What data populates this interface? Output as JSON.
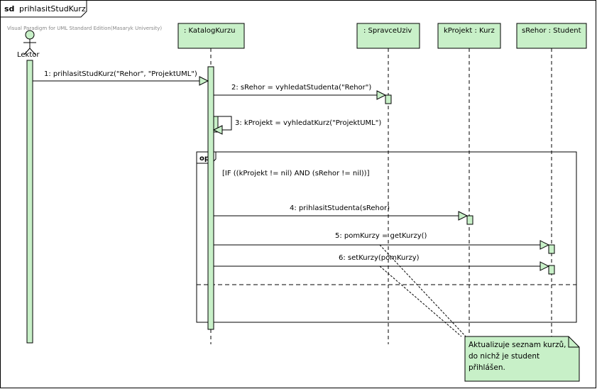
{
  "frame": {
    "keyword": "sd",
    "name": "prihlasitStudKurz"
  },
  "watermark": "Visual Paradigm for UML Standard Edition(Masaryk University)",
  "actor": {
    "name": "Lektor"
  },
  "lifelines": [
    {
      "label": ": KatalogKurzu"
    },
    {
      "label": ": SpravceUziv"
    },
    {
      "label": "kProjekt : Kurz"
    },
    {
      "label": "sRehor : Student"
    }
  ],
  "messages": [
    {
      "text": "1: prihlasitStudKurz(\"Rehor\", \"ProjektUML\")"
    },
    {
      "text": "2: sRehor = vyhledatStudenta(\"Rehor\")"
    },
    {
      "text": "3: kProjekt = vyhledatKurz(\"ProjektUML\")"
    },
    {
      "text": "4: prihlasitStudenta(sRehor)"
    },
    {
      "text": "5: pomKurzy = getKurzy()"
    },
    {
      "text": "6: setKurzy(pomKurzy)"
    }
  ],
  "fragment": {
    "operator": "opt",
    "guard": "[IF ((kProjekt != nil) AND (sRehor != nil))]"
  },
  "note": {
    "lines": [
      "Aktualizuje seznam kurzů,",
      "do nichž je student",
      "přihlášen."
    ]
  },
  "colors": {
    "fill": "#c8f0c8",
    "stroke": "#000000",
    "fragment_separator": "#000000"
  }
}
